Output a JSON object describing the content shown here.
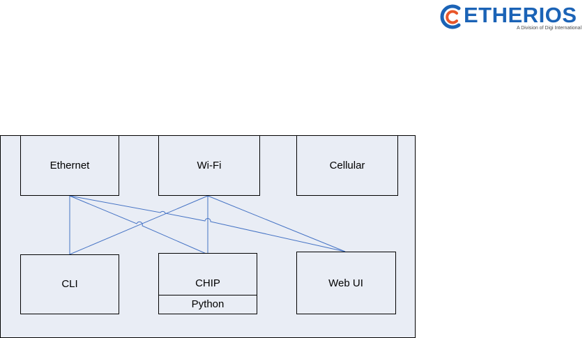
{
  "logo": {
    "wordmark": "ETHERIOS",
    "tagline": "A Division of Digi International",
    "brand_color": "#1b63b6",
    "accent_color": "#e8562a"
  },
  "diagram": {
    "container_fill": "#e9edf5",
    "line_color": "#4472c4",
    "boxes": {
      "ethernet": "Ethernet",
      "wifi": "Wi-Fi",
      "cellular": "Cellular",
      "cli": "CLI",
      "chip": "CHIP",
      "python": "Python",
      "webui": "Web UI"
    }
  }
}
